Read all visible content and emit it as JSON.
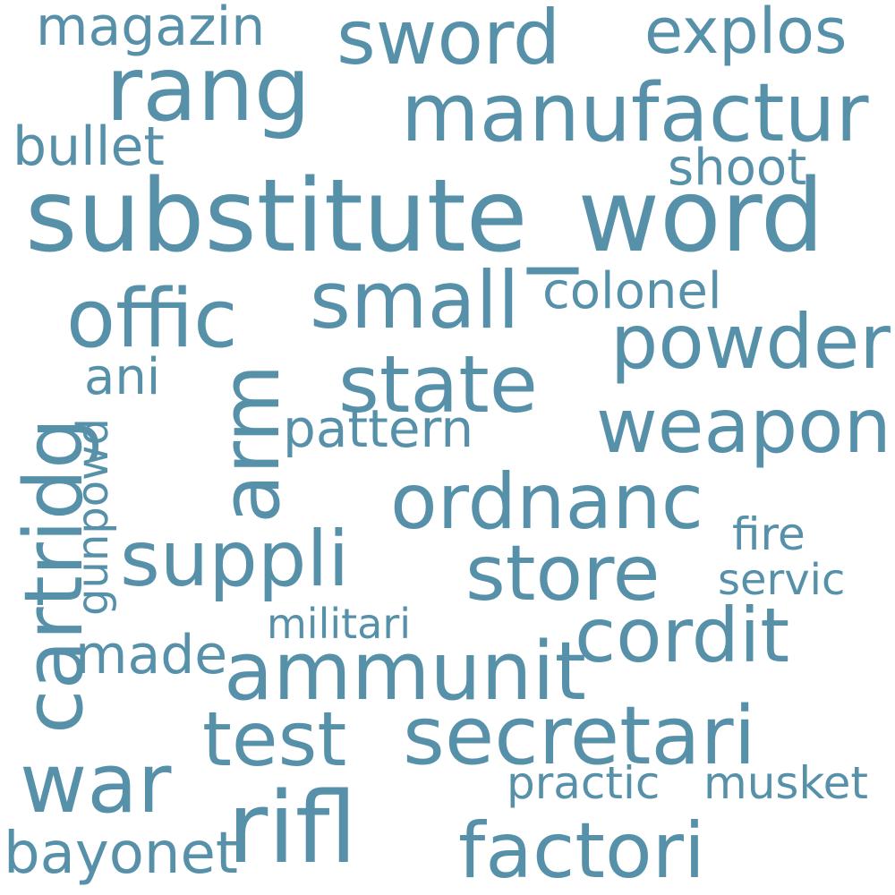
{
  "words": {
    "substitute_word": "substitute_word",
    "manufactur": "manufactur",
    "rang": "rang",
    "sword": "sword",
    "explos": "explos",
    "magazin": "magazin",
    "bullet": "bullet",
    "shoot": "shoot",
    "small": "small",
    "colonel": "colonel",
    "offic": "offic",
    "powder": "powder",
    "state": "state",
    "ani": "ani",
    "weapon": "weapon",
    "pattern": "pattern",
    "ordnanc": "ordnanc",
    "arm": "arm",
    "cartridg": "cartridg",
    "gunpowd": "gunpowd",
    "suppli": "suppli",
    "store": "store",
    "fire": "fire",
    "servic": "servic",
    "militari": "militari",
    "cordit": "cordit",
    "made": "made",
    "ammunit": "ammunit",
    "test": "test",
    "secretari": "secretari",
    "war": "war",
    "practic": "practic",
    "musket": "musket",
    "rifl": "rifl",
    "factori": "factori",
    "bayonet": "bayonet"
  },
  "colors": {
    "word_color": "#5791a9",
    "background": "#ffffff"
  }
}
